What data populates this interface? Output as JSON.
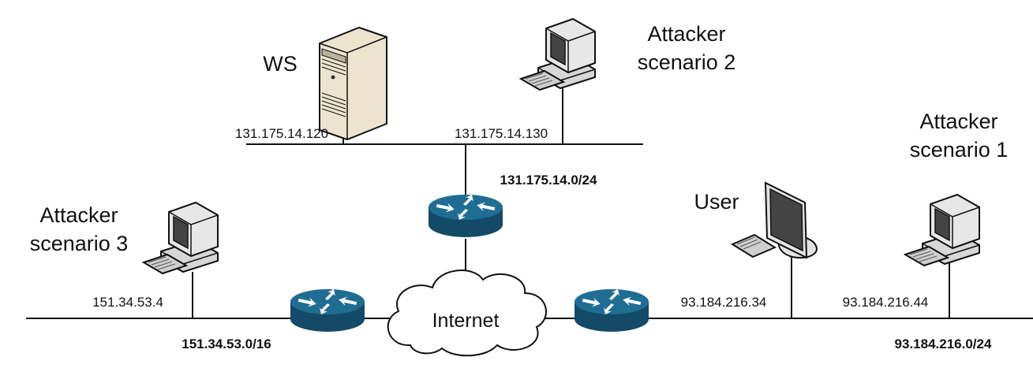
{
  "nodes": {
    "ws": {
      "label": "WS",
      "ip": "131.175.14.120"
    },
    "attacker2": {
      "label_line1": "Attacker",
      "label_line2": "scenario 2",
      "ip": "131.175.14.130"
    },
    "attacker1": {
      "label_line1": "Attacker",
      "label_line2": "scenario 1",
      "ip": "93.184.216.44"
    },
    "attacker3": {
      "label_line1": "Attacker",
      "label_line2": "scenario 3",
      "ip": "151.34.53.4"
    },
    "user": {
      "label": "User",
      "ip": "93.184.216.34"
    }
  },
  "networks": {
    "top": "131.175.14.0/24",
    "left": "151.34.53.0/16",
    "right": "93.184.216.0/24"
  },
  "cloud": {
    "label": "Internet"
  },
  "colors": {
    "router_top": "#1f6d93",
    "router_side": "#134a67",
    "server_body": "#ece4cf",
    "lines": "#111111"
  }
}
